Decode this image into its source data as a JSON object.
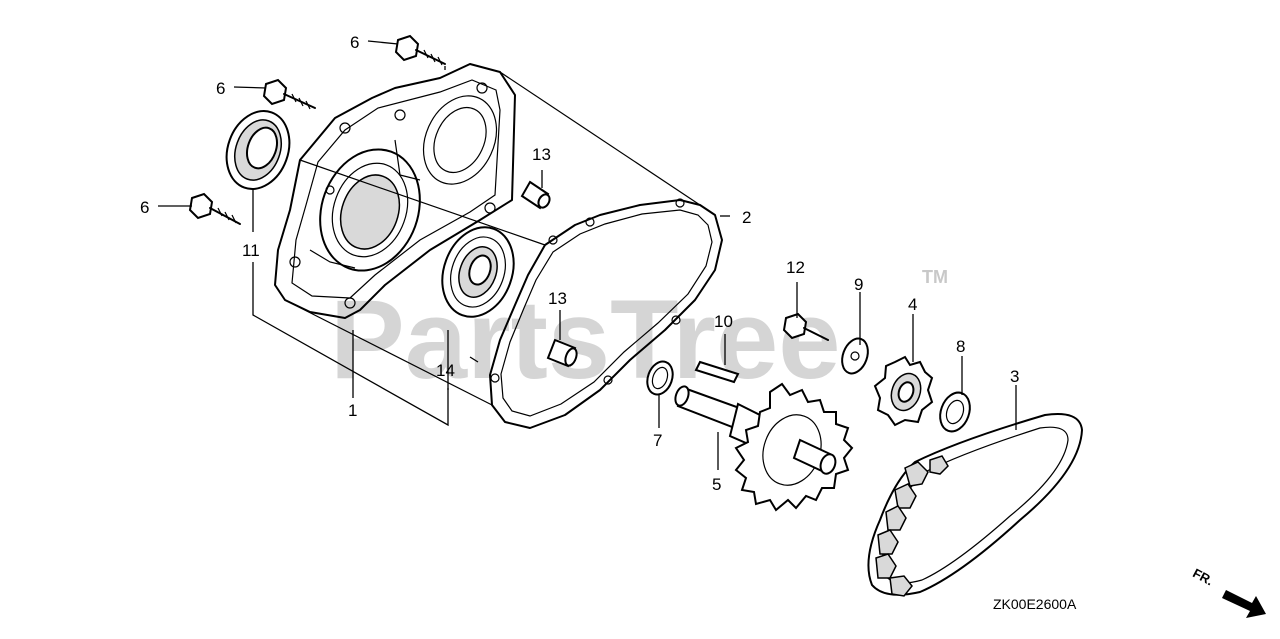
{
  "watermark": {
    "text": "PartsTree",
    "trademark": "TM"
  },
  "diagram_code": "ZK00E2600A",
  "direction_label": "FR.",
  "callouts": {
    "c1": "1",
    "c2": "2",
    "c3": "3",
    "c4": "4",
    "c5": "5",
    "c6a": "6",
    "c6b": "6",
    "c6c": "6",
    "c7": "7",
    "c8": "8",
    "c9": "9",
    "c10": "10",
    "c11": "11",
    "c12": "12",
    "c13a": "13",
    "c13b": "13",
    "c14": "14"
  }
}
